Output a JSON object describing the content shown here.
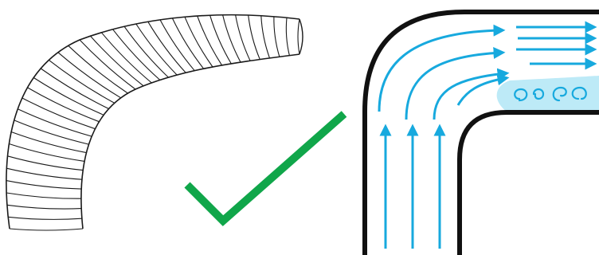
{
  "figure": {
    "panels": [
      {
        "id": "flexible-duct-illustration",
        "icon": "corrugated-duct-bend"
      },
      {
        "id": "approval-checkmark",
        "icon": "checkmark",
        "color": "#10A64A"
      },
      {
        "id": "duct-airflow-diagram",
        "icon": "airflow-streamlines"
      }
    ],
    "colors": {
      "duct_outline": "#1a1a1a",
      "airflow": "#17A9DE",
      "turbulence_fill": "#BDEAF7",
      "check": "#10A64A",
      "background": "#FFFFFF"
    },
    "airflow": {
      "upward_streams": 3,
      "turning_streams": 4,
      "outflow_arrows": 4,
      "turbulence_swirls": 4
    },
    "corrugated_duct": {
      "ridges": 36
    }
  }
}
